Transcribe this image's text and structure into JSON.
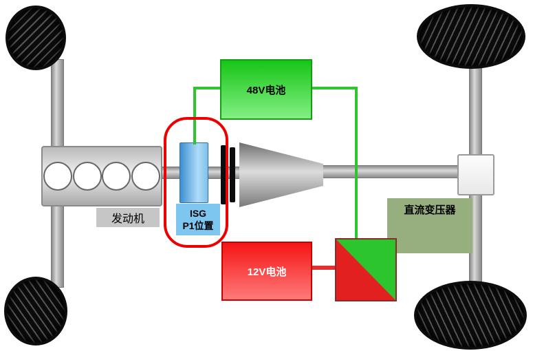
{
  "labels": {
    "engine": "发动机",
    "isg_line1": "ISG",
    "isg_line2": "P1位置",
    "battery_48v": "48V电池",
    "battery_12v": "12V电池",
    "dc_transformer": "直流变压器"
  },
  "colors": {
    "battery_48v_green": "#17c517",
    "battery_12v_red": "#f51515",
    "wire_green": "#2ec52e",
    "wire_red": "#e03030",
    "isg_blue": "#7fc0ea",
    "highlight_ring_red": "#ee0000",
    "dcdc_split_green": "#2dc52d",
    "dcdc_split_red": "#e22020",
    "dc_transformer_bg": "#97ae7e",
    "engine_label_bg": "#c6c6c6"
  }
}
